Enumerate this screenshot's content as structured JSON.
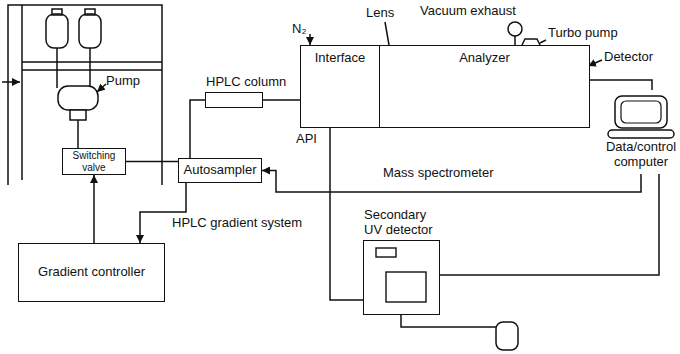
{
  "diagram": {
    "nodes": [
      {
        "text": [
          "Switching valve"
        ]
      },
      {
        "text": [
          "HPLC column"
        ]
      },
      {
        "text": [
          "Interface"
        ]
      },
      {
        "text": [
          "Analyzer"
        ]
      },
      {
        "text": [
          "Autosampler"
        ]
      },
      {
        "text": [
          "Gradient controller"
        ]
      },
      {
        "text": [
          "Secondary UV detector"
        ]
      },
      {
        "text": [
          "Data/control computer"
        ]
      }
    ],
    "edges": [
      {
        "from": 0,
        "to": 4,
        "arrow": "none"
      },
      {
        "from": 4,
        "to": 1,
        "arrow": "none"
      },
      {
        "from": 1,
        "to": 2,
        "arrow": "none"
      },
      {
        "from": 7,
        "to": 4,
        "arrow": "to"
      },
      {
        "from": 4,
        "to": 5,
        "arrow": "to"
      },
      {
        "from": 5,
        "to": 0,
        "arrow": "to"
      },
      {
        "from": 2,
        "to": 6,
        "arrow": "none"
      },
      {
        "from": 6,
        "to": 7,
        "arrow": "none"
      },
      {
        "from": 3,
        "to": 7,
        "arrow": "none"
      }
    ],
    "labels": [
      "Lens",
      "Vacuum exhaust",
      "Turbo pump",
      "Detector",
      "Pump",
      "N₂",
      "API",
      "Mass spectrometer",
      "HPLC gradient system"
    ]
  }
}
